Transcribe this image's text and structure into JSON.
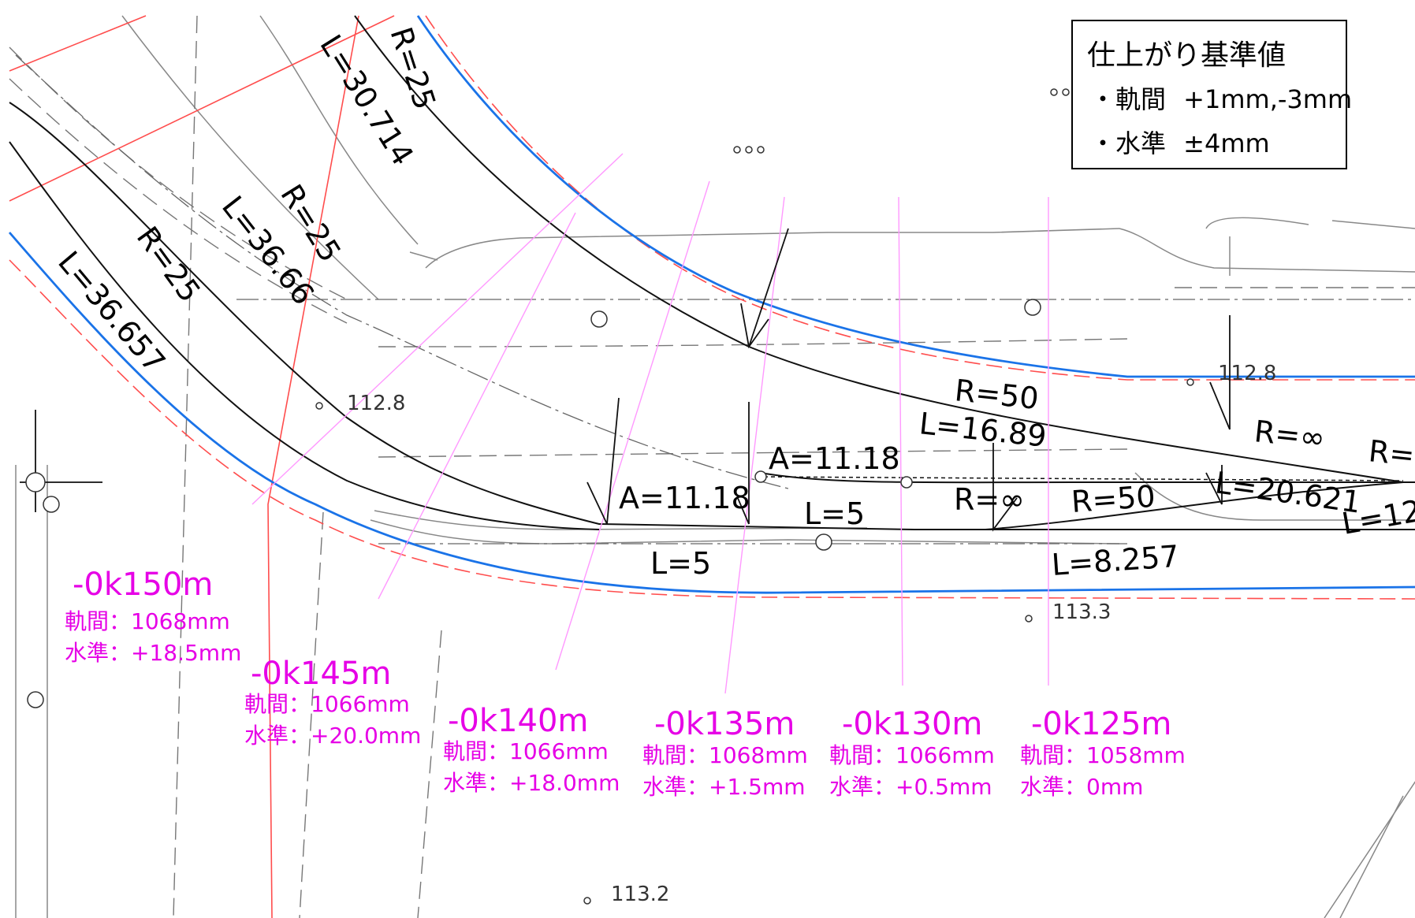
{
  "legend": {
    "title": "仕上がり基準値",
    "rows": [
      {
        "name": "・軌間",
        "value": "+1mm,-3mm"
      },
      {
        "name": "・水準",
        "value": "±4mm"
      }
    ]
  },
  "curve_labels": {
    "r25_a": "R=25",
    "l30_714": "L=30.714",
    "r25_b": "R=25",
    "l36_66": "L=36.66",
    "r25_c": "R=25",
    "l36_657": "L=36.657",
    "r50_top": "R=50",
    "l16_89": "L=16.89",
    "a11_18_upper": "A=11.18",
    "a11_18_lower": "A=11.18",
    "l5_mid": "L=5",
    "l5_low": "L=5",
    "r_inf_mid": "R=∞",
    "r50_mid": "R=50",
    "l8_257": "L=8.257",
    "r_inf_right": "R=∞",
    "r_right_cut": "R=",
    "l20_621": "L=20.621",
    "l12_cut": "L=12"
  },
  "elevations": {
    "e112_8_left": "112.8",
    "e112_8_right": "112.8",
    "e113_3": "113.3",
    "e113_2": "113.2"
  },
  "stations": [
    {
      "station": "-0k150m",
      "gauge": "軌間：1068mm",
      "level": "水準：+18.5mm"
    },
    {
      "station": "-0k145m",
      "gauge": "軌間：1066mm",
      "level": "水準：+20.0mm"
    },
    {
      "station": "-0k140m",
      "gauge": "軌間：1066mm",
      "level": "水準：+18.0mm"
    },
    {
      "station": "-0k135m",
      "gauge": "軌間：1068mm",
      "level": "水準：+1.5mm"
    },
    {
      "station": "-0k130m",
      "gauge": "軌間：1066mm",
      "level": "水準：+0.5mm"
    },
    {
      "station": "-0k125m",
      "gauge": "軌間：1058mm",
      "level": "水準：0mm"
    }
  ],
  "colors": {
    "rail_blue": "#1a73e8",
    "boundary_red": "#ff4d4d",
    "survey_magenta": "#e600e6",
    "station_line": "#ff99ff"
  }
}
